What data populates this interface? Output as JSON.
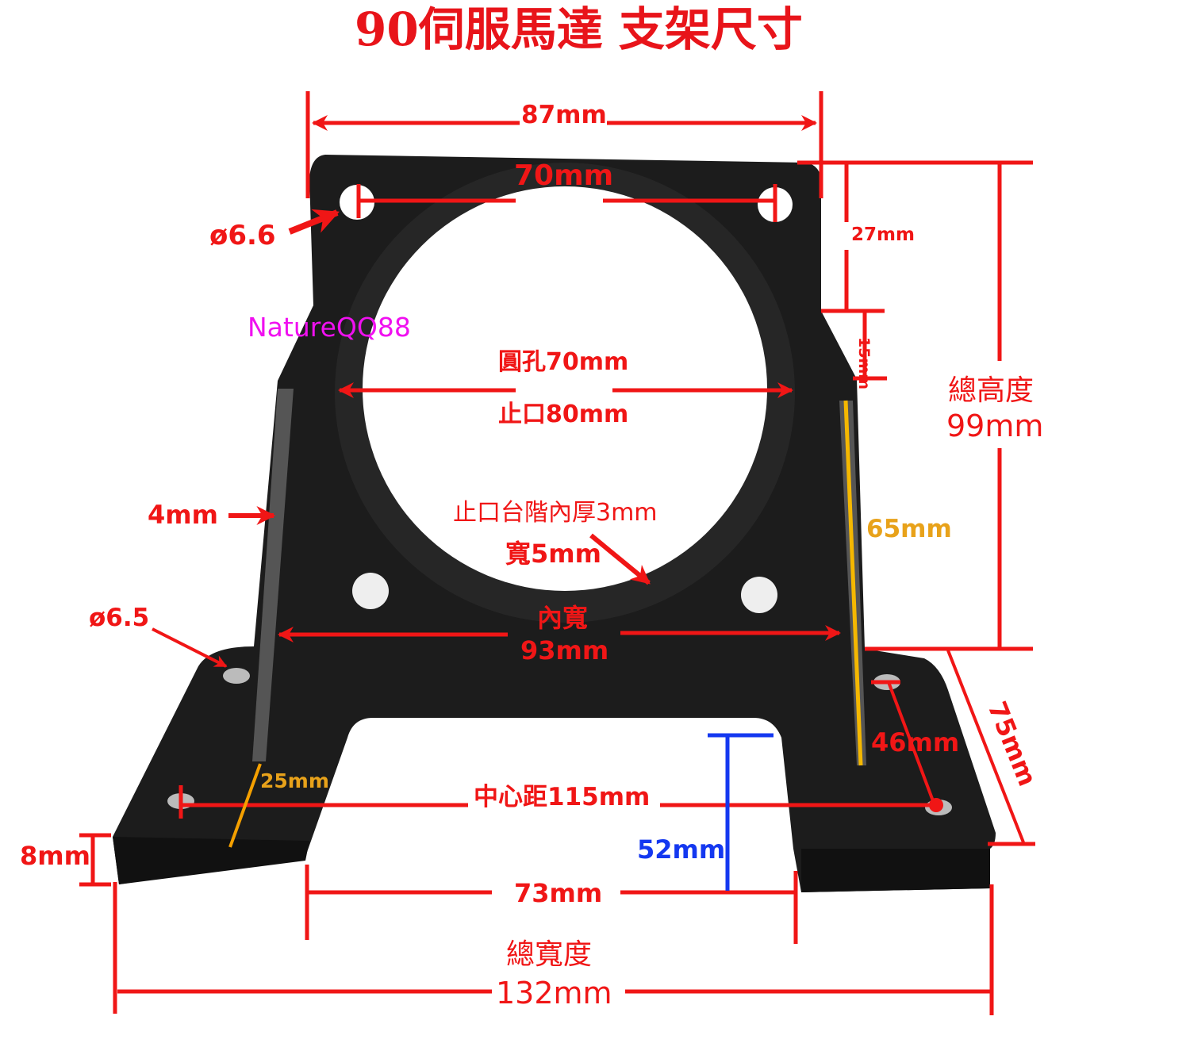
{
  "title": "90伺服馬達 支架尺寸",
  "watermark": "NatureQQ88",
  "colors": {
    "dimension": "#f01616",
    "orange": "#e8a21a",
    "blue": "#1438f0",
    "magenta": "#f010f0",
    "bracket": "#1c1c1c"
  },
  "dimensions": {
    "top_width": "87mm",
    "hole_spacing_top": "70mm",
    "top_hole_dia": "ø6.6",
    "upper_height": "27mm",
    "chamfer_height": "15mm",
    "total_height_label": "總高度",
    "total_height": "99mm",
    "bore_label": "圓孔70mm",
    "spigot_label": "止口80mm",
    "thickness": "4mm",
    "step_label": "止口台階內厚3mm",
    "step_width": "寬5mm",
    "side_height": "65mm",
    "base_hole_dia": "ø6.5",
    "inner_width_label": "內寬",
    "inner_width": "93mm",
    "rib": "25mm",
    "hole_offset": "46mm",
    "foot_depth": "75mm",
    "center_distance": "中心距115mm",
    "base_thickness": "8mm",
    "notch_depth": "52mm",
    "notch_width": "73mm",
    "total_width_label": "總寬度",
    "total_width": "132mm"
  }
}
